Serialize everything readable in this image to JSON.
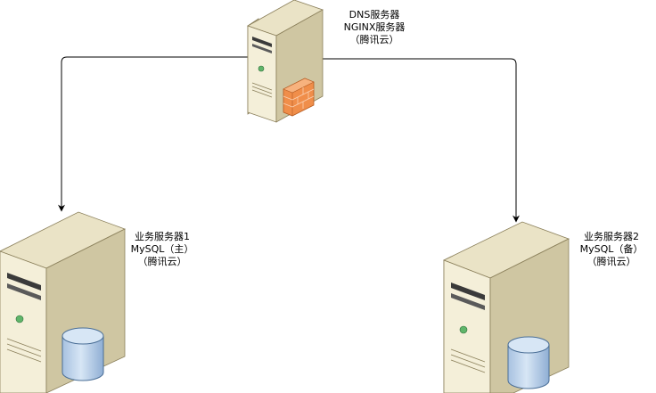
{
  "nodes": {
    "dns": {
      "line1": "DNS服务器",
      "line2": "NGINX服务器",
      "line3": "（腾讯云）"
    },
    "biz1": {
      "line1": "业务服务器1",
      "line2": "MySQL（主）",
      "line3": "（腾讯云）"
    },
    "biz2": {
      "line1": "业务服务器2",
      "line2": "MySQL（备）",
      "line3": "（腾讯云）"
    }
  },
  "colors": {
    "server_face": "#F4EFD9",
    "server_side": "#CCC3A0",
    "server_top": "#E8E1C4",
    "server_stroke": "#8A7F5A",
    "firewall": "#F08E4A",
    "db_fill": "#B9D0E9",
    "db_stroke": "#4A6E96",
    "led": "#5FB56A",
    "edge": "#000000"
  },
  "icons": [
    "server-icon",
    "firewall-icon",
    "database-icon"
  ]
}
